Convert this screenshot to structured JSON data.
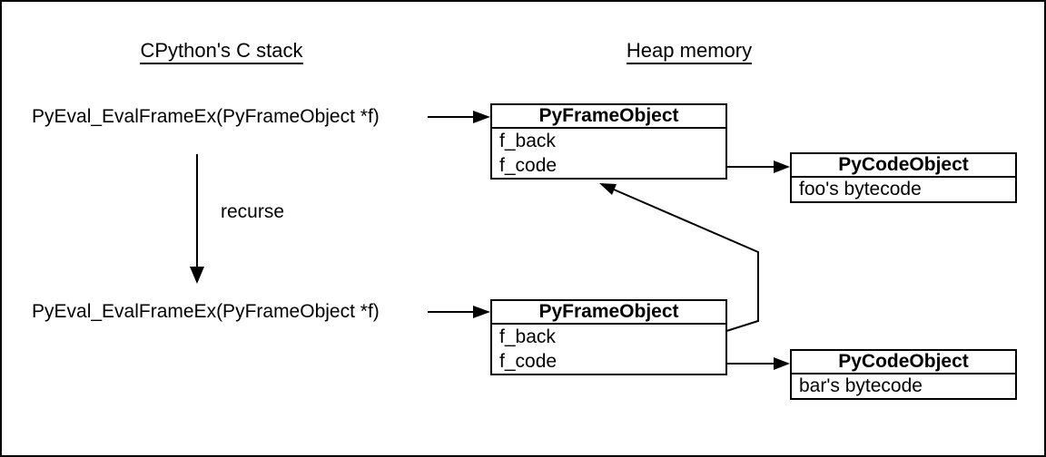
{
  "diagram": {
    "headings": {
      "left": "CPython's C stack",
      "right": "Heap memory"
    },
    "stack_calls": [
      "PyEval_EvalFrameEx(PyFrameObject *f)",
      "PyEval_EvalFrameEx(PyFrameObject *f)"
    ],
    "recurse_label": "recurse",
    "frames": [
      {
        "title": "PyFrameObject",
        "fields": [
          "f_back",
          "f_code"
        ]
      },
      {
        "title": "PyFrameObject",
        "fields": [
          "f_back",
          "f_code"
        ]
      }
    ],
    "code_objects": [
      {
        "title": "PyCodeObject",
        "content": "foo's bytecode"
      },
      {
        "title": "PyCodeObject",
        "content": "bar's bytecode"
      }
    ],
    "colors": {
      "line": "#000000",
      "background": "#ffffff"
    }
  }
}
